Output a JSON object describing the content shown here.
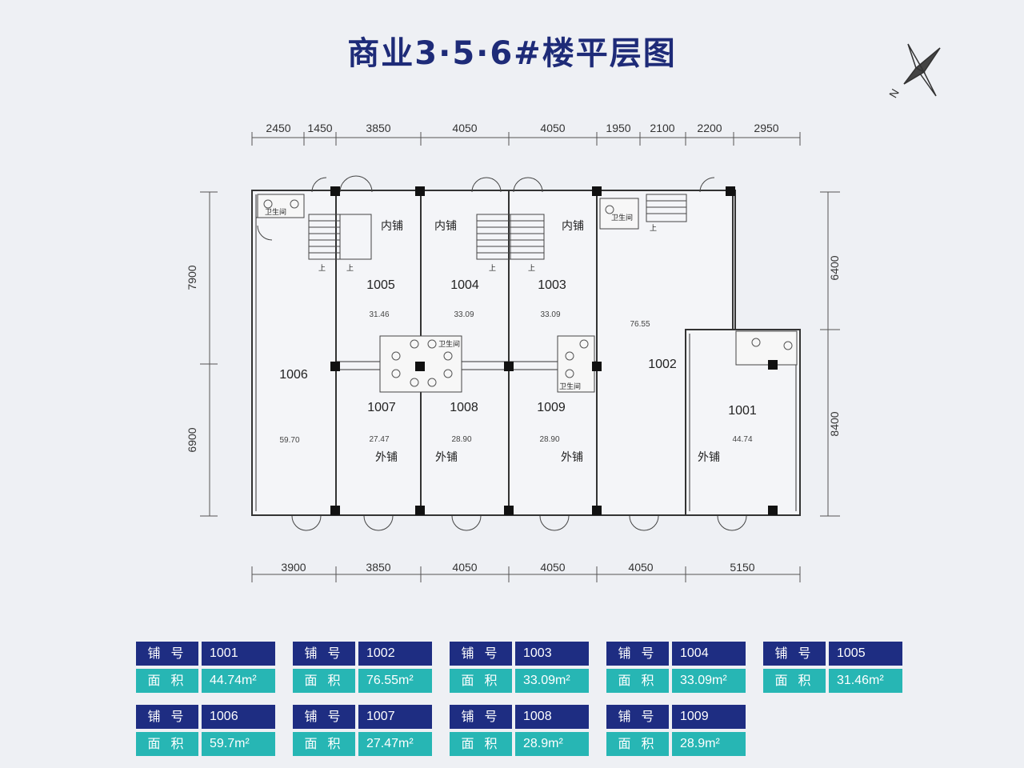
{
  "title": "商业3·5·6#楼平层图",
  "compass": {
    "north_label": "N"
  },
  "dimensions": {
    "top": [
      "2450",
      "1450",
      "3850",
      "4050",
      "4050",
      "1950",
      "2100",
      "2200",
      "2950"
    ],
    "bottom": [
      "3900",
      "3850",
      "4050",
      "4050",
      "4050",
      "5150"
    ],
    "left": [
      "7900",
      "6900"
    ],
    "right": [
      "6400",
      "8400"
    ]
  },
  "rooms": {
    "1001": {
      "number": "1001",
      "area": "44.74",
      "type": "外铺"
    },
    "1002": {
      "number": "1002",
      "area": "76.55"
    },
    "1003": {
      "number": "1003",
      "area": "33.09",
      "type": "内铺"
    },
    "1004": {
      "number": "1004",
      "area": "33.09",
      "type": "内铺"
    },
    "1005": {
      "number": "1005",
      "area": "31.46",
      "type": "内铺"
    },
    "1006": {
      "number": "1006",
      "area": "59.70"
    },
    "1007": {
      "number": "1007",
      "area": "27.47",
      "type": "外铺"
    },
    "1008": {
      "number": "1008",
      "area": "28.90",
      "type": "外铺"
    },
    "1009": {
      "number": "1009",
      "area": "28.90",
      "type": "外铺"
    }
  },
  "labels": {
    "toilet": "卫生间",
    "up": "上"
  },
  "legend": {
    "shop_label": "铺 号",
    "area_label": "面 积",
    "row1": [
      {
        "shop": "1001",
        "area": "44.74m²"
      },
      {
        "shop": "1002",
        "area": "76.55m²"
      },
      {
        "shop": "1003",
        "area": "33.09m²"
      },
      {
        "shop": "1004",
        "area": "33.09m²"
      },
      {
        "shop": "1005",
        "area": "31.46m²"
      }
    ],
    "row2": [
      {
        "shop": "1006",
        "area": "59.7m²"
      },
      {
        "shop": "1007",
        "area": "27.47m²"
      },
      {
        "shop": "1008",
        "area": "28.9m²"
      },
      {
        "shop": "1009",
        "area": "28.9m²"
      }
    ]
  }
}
